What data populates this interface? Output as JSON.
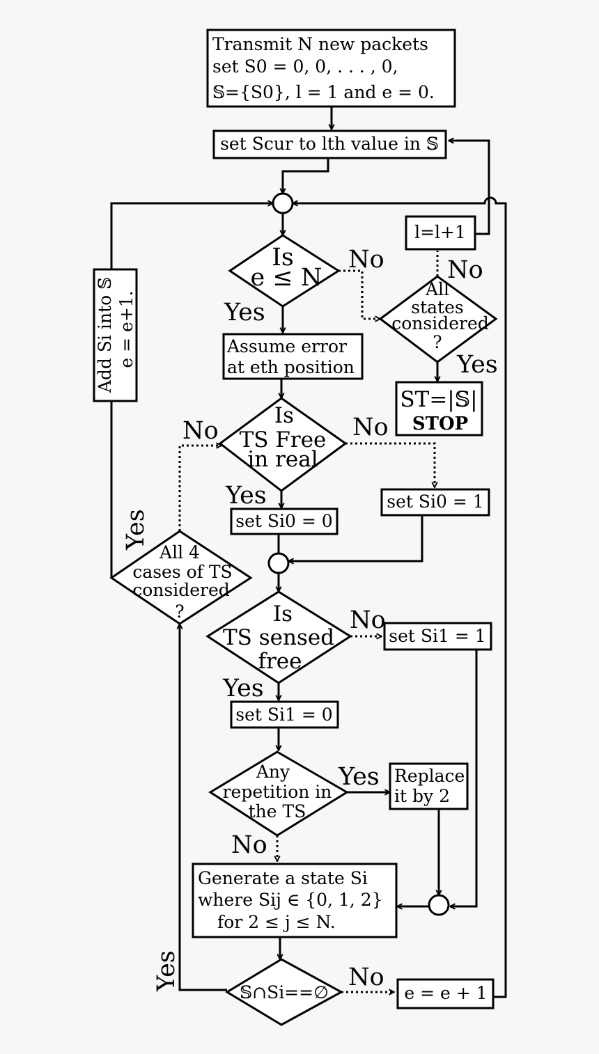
{
  "colors": {
    "background": "#f7f7f7",
    "stroke": "#000000",
    "fill": "#ffffff"
  },
  "nodes": {
    "start": [
      "Transmit N new packets",
      "set S0 = 0, 0, . . . , 0,",
      "𝕊={S0}, l = 1 and e = 0."
    ],
    "set_scur": "set Scur to lth value in 𝕊",
    "inc_l": "l=l+1",
    "q_e_le_n": [
      "Is",
      "e ≤ N"
    ],
    "q_all_states": [
      "All",
      "states",
      "considered",
      "?"
    ],
    "assume_error": [
      "Assume error",
      "at eth position"
    ],
    "stop": [
      "ST=|𝕊|",
      "STOP"
    ],
    "q_ts_free_real": [
      "Is",
      "TS Free",
      "in real"
    ],
    "set_si0_1": "set Si0 = 1",
    "set_si0_0": "set Si0 = 0",
    "q_all_4_cases": [
      "All 4",
      "cases of TS",
      "considered",
      "?"
    ],
    "add_si": [
      "Add Si into 𝕊",
      "e = e+1."
    ],
    "q_ts_sensed_free": [
      "Is",
      "TS sensed",
      "free"
    ],
    "set_si1_1": "set Si1 = 1",
    "set_si1_0": "set Si1 = 0",
    "q_repetition": [
      "Any",
      "repetition in",
      "the TS"
    ],
    "replace_by_2": [
      "Replace",
      "it by 2"
    ],
    "generate_state": [
      "Generate a state Si",
      "where Sij ∈ {0, 1, 2}",
      "for 2 ≤ j ≤ N."
    ],
    "q_intersection": "𝕊∩Si==∅",
    "inc_e": "e = e + 1"
  },
  "edge_labels": {
    "no_e_le_n": "No",
    "yes_e_le_n": "Yes",
    "no_all_states": "No",
    "yes_all_states": "Yes",
    "no_ts_free_left": "No",
    "no_ts_free_right": "No",
    "yes_ts_free": "Yes",
    "yes_all_4_cases": "Yes",
    "no_ts_sensed": "No",
    "yes_ts_sensed": "Yes",
    "yes_repetition": "Yes",
    "no_repetition": "No",
    "yes_intersection": "Yes",
    "no_intersection": "No"
  }
}
